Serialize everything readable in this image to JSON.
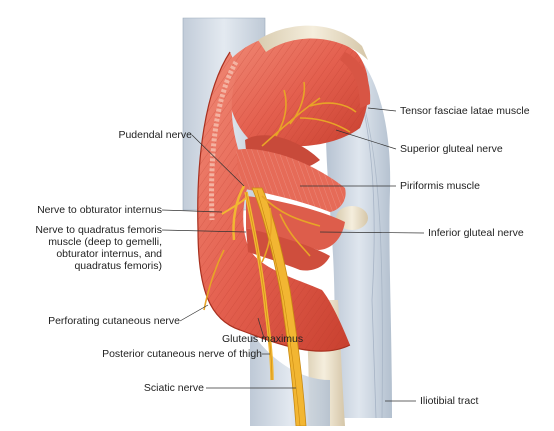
{
  "figure": {
    "labels": {
      "pudendal_nerve": "Pudendal nerve",
      "nerve_to_obturator_internus": "Nerve to obturator internus",
      "nerve_to_quadratus_line1": "Nerve to quadratus femoris",
      "nerve_to_quadratus_line2": "muscle (deep to gemelli,",
      "nerve_to_quadratus_line3": "obturator internus, and",
      "nerve_to_quadratus_line4": "quadratus femoris)",
      "perforating_cutaneous_nerve": "Perforating cutaneous nerve",
      "gluteus_maximus": "Gluteus maximus",
      "posterior_cutaneous_nerve": "Posterior cutaneous nerve of thigh",
      "sciatic_nerve": "Sciatic nerve",
      "tensor_fasciae_latae": "Tensor fasciae latae muscle",
      "superior_gluteal_nerve": "Superior gluteal nerve",
      "piriformis_muscle": "Piriformis muscle",
      "inferior_gluteal_nerve": "Inferior gluteal nerve",
      "iliotibial_tract": "Iliotibial tract"
    },
    "colors": {
      "muscle": "#e4604f",
      "muscle_dark": "#c8402f",
      "muscle_light": "#f09a85",
      "fascia": "#c9d3df",
      "bone": "#efe6d2",
      "nerve": "#f2b632",
      "nerve_dark": "#c98a12",
      "leader": "#333333"
    }
  }
}
